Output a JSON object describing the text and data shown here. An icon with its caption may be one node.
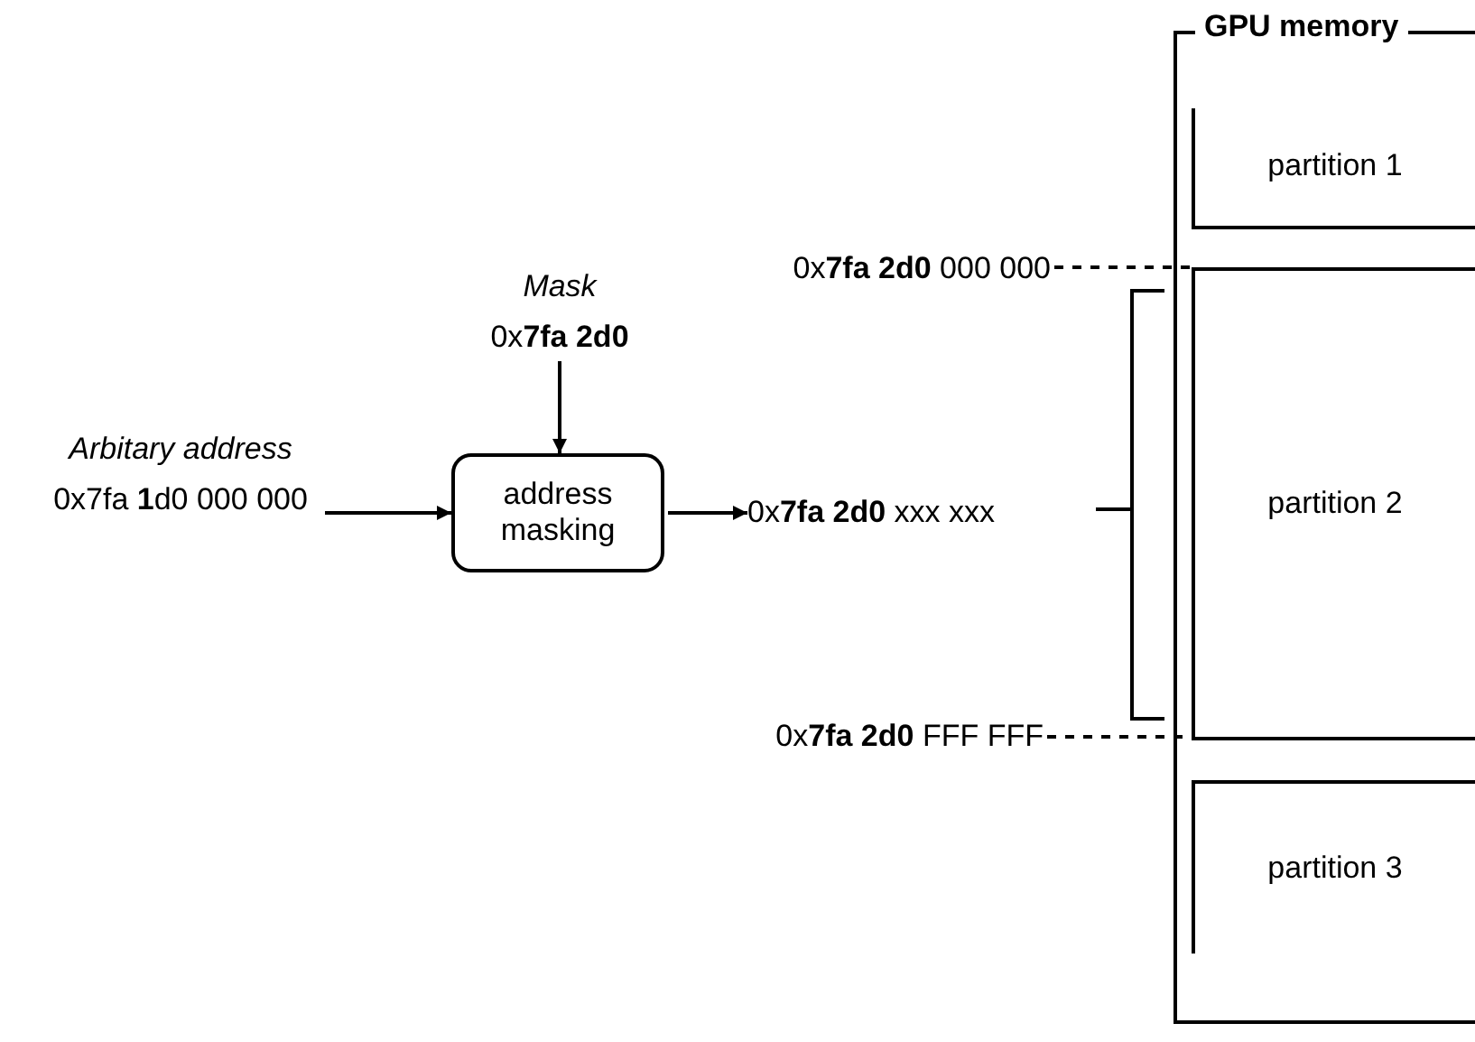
{
  "diagram": {
    "nodes": [
      {
        "text": [
          "Arbitary address",
          "0x7fa **1**d0 000 000"
        ]
      },
      {
        "text": [
          "Mask",
          "0x**7fa 2d0**"
        ]
      },
      {
        "text": [
          "address masking"
        ]
      },
      {
        "text": [
          "0x**7fa 2d0** xxx xxx"
        ]
      },
      {
        "text": [
          "GPU memory"
        ]
      },
      {
        "text": [
          "partition 1"
        ],
        "in": 4
      },
      {
        "text": [
          "partition 2"
        ],
        "in": 4
      },
      {
        "text": [
          "partition 3"
        ],
        "in": 4
      },
      {
        "text": [
          "0x**7fa 2d0** 000 000"
        ]
      },
      {
        "text": [
          "0x**7fa 2d0** FFF FFF"
        ]
      }
    ],
    "edges": [
      {
        "from": 0,
        "to": 2,
        "arrow": "to"
      },
      {
        "from": 1,
        "to": 2,
        "arrow": "to"
      },
      {
        "from": 2,
        "to": 3,
        "arrow": "to"
      },
      {
        "from": 8,
        "to": 6,
        "arrow": "none",
        "style": "dashed"
      },
      {
        "from": 9,
        "to": 6,
        "arrow": "none",
        "style": "dashed"
      }
    ]
  }
}
